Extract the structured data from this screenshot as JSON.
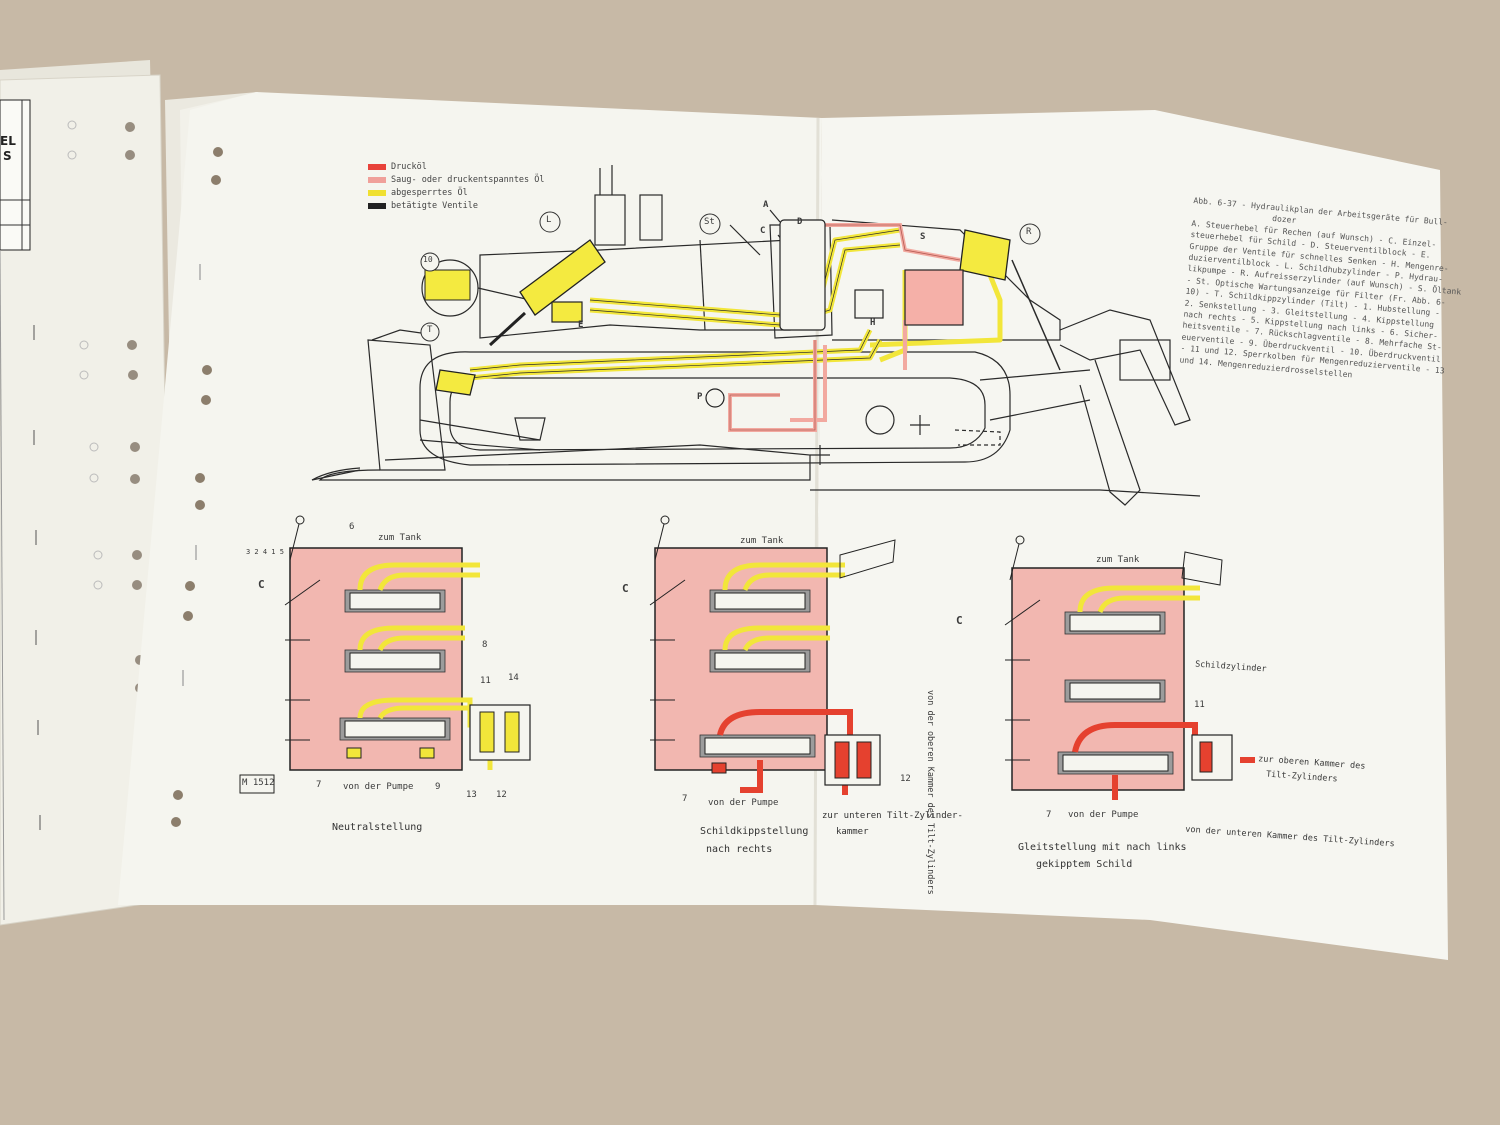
{
  "legend": [
    {
      "label": "Drucköl",
      "color": "#e8423a"
    },
    {
      "label": "Saug- oder druckentspanntes Öl",
      "color": "#f0a09a"
    },
    {
      "label": "abgesperrtes Öl",
      "color": "#f0e030"
    },
    {
      "label": "betätigte Ventile",
      "color": "#222222"
    }
  ],
  "machine_labels": {
    "L": "L",
    "R": "R",
    "S": "S",
    "St": "St",
    "T": "T",
    "ten": "10",
    "A": "A",
    "C": "C",
    "D": "D",
    "E": "E",
    "H": "H",
    "P": "P"
  },
  "figure_description": [
    "Abb. 6-37 - Hydraulikplan der Arbeitsgeräte für Bull-",
    "dozer",
    "A. Steuerhebel für Rechen (auf Wunsch) - C. Einzel-",
    "steuerhebel für Schild - D. Steuerventilblock - E.",
    "Gruppe der Ventile für schnelles Senken - H. Mengenre-",
    "duzierventilblock - L. Schildhubzylinder - P. Hydrau-",
    "likpumpe - R. Aufreisserzylinder (auf Wunsch) - S. Öltank",
    "- St. Optische Wartungsanzeige für Filter (Fr. Abb. 6-",
    "10) - T. Schildkippzylinder (Tilt) - 1. Hubstellung -",
    "2. Senkstellung - 3. Gleitstellung - 4. Kippstellung",
    "nach rechts - 5. Kippstellung nach links - 6. Sicher-",
    "heitsventile - 7. Rückschlagventile - 8. Mehrfache St-",
    "euerventile - 9. Überdruckventil - 10. Überdruckventil",
    "- 11 und 12. Sperrkolben für Mengenreduzierventile - 13",
    "und 14. Mengenreduzierdrosselstellen"
  ],
  "panel1": {
    "to_tank": "zum Tank",
    "from_pump": "von der Pumpe",
    "ref_box": "M 1512",
    "caption": "Neutralstellung",
    "lever_label": "C",
    "lever_positions": "3 2 4 1 5",
    "numbers": [
      "6",
      "8",
      "11",
      "14",
      "7",
      "9",
      "13",
      "12"
    ]
  },
  "panel2": {
    "to_tank": "zum Tank",
    "from_pump": "von der Pumpe",
    "lever_label": "C",
    "caption_line1": "Schildkippstellung",
    "caption_line2": "nach rechts",
    "lower_chamber_line1": "zur unteren Tilt-Zylinder-",
    "lower_chamber_line2": "kammer",
    "upper_chamber_vertical": "von der oberen Kammer des Tilt-Zylinders",
    "numbers": [
      "7",
      "12"
    ]
  },
  "panel3": {
    "to_tank": "zum Tank",
    "lever_label": "C",
    "blade_cylinder": "Schildzylinder",
    "from_pump": "von der Pumpe",
    "upper_chamber_line1": "zur oberen Kammer des",
    "upper_chamber_line2": "Tilt-Zylinders",
    "lower_chamber": "von der unteren Kammer des Tilt-Zylinders",
    "caption_line1": "Gleitstellung mit nach links",
    "caption_line2": "gekipptem Schild",
    "numbers": [
      "7",
      "11"
    ]
  }
}
